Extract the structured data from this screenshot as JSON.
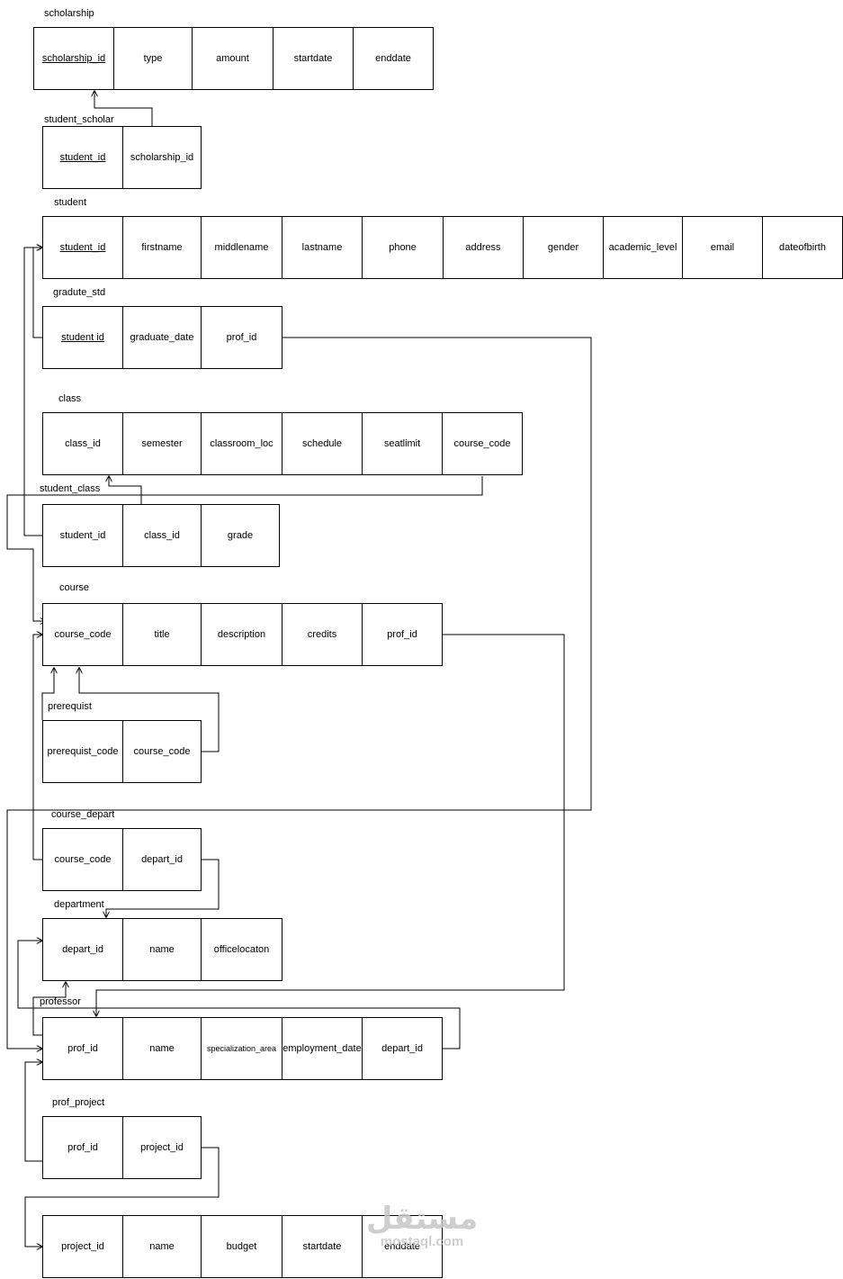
{
  "tables": [
    {
      "name": "scholarship",
      "columns": [
        {
          "label": "scholarship_id",
          "key": true
        },
        {
          "label": "type"
        },
        {
          "label": "amount"
        },
        {
          "label": "startdate"
        },
        {
          "label": "enddate"
        }
      ]
    },
    {
      "name": "student_scholar",
      "columns": [
        {
          "label": "student_id",
          "key": true
        },
        {
          "label": "scholarship_id"
        }
      ]
    },
    {
      "name": "student",
      "columns": [
        {
          "label": "student_id",
          "key": true
        },
        {
          "label": "firstname"
        },
        {
          "label": "middlename"
        },
        {
          "label": "lastname"
        },
        {
          "label": "phone"
        },
        {
          "label": "address"
        },
        {
          "label": "gender"
        },
        {
          "label": "academic_level"
        },
        {
          "label": "email"
        },
        {
          "label": "dateofbirth"
        }
      ]
    },
    {
      "name": "gradute_std",
      "columns": [
        {
          "label": "student id",
          "key": true
        },
        {
          "label": "graduate_date"
        },
        {
          "label": "prof_id"
        }
      ]
    },
    {
      "name": "class",
      "columns": [
        {
          "label": "class_id"
        },
        {
          "label": "semester"
        },
        {
          "label": "classroom_loc"
        },
        {
          "label": "schedule"
        },
        {
          "label": "seatlimit"
        },
        {
          "label": "course_code"
        }
      ]
    },
    {
      "name": "student_class",
      "columns": [
        {
          "label": "student_id"
        },
        {
          "label": "class_id"
        },
        {
          "label": "grade"
        }
      ]
    },
    {
      "name": "course",
      "columns": [
        {
          "label": "course_code"
        },
        {
          "label": "title"
        },
        {
          "label": "description"
        },
        {
          "label": "credits"
        },
        {
          "label": "prof_id"
        }
      ]
    },
    {
      "name": "prerequist",
      "columns": [
        {
          "label": "prerequist_code"
        },
        {
          "label": "course_code"
        }
      ]
    },
    {
      "name": "course_depart",
      "columns": [
        {
          "label": "course_code"
        },
        {
          "label": "depart_id"
        }
      ]
    },
    {
      "name": "department",
      "columns": [
        {
          "label": "depart_id"
        },
        {
          "label": "name"
        },
        {
          "label": "officelocaton"
        }
      ]
    },
    {
      "name": "professor",
      "columns": [
        {
          "label": "prof_id"
        },
        {
          "label": "name"
        },
        {
          "label": "specialization_area"
        },
        {
          "label": "employment_date"
        },
        {
          "label": "depart_id"
        }
      ]
    },
    {
      "name": "prof_project",
      "columns": [
        {
          "label": "prof_id"
        },
        {
          "label": "project_id"
        }
      ]
    },
    {
      "name": "",
      "columns": [
        {
          "label": "project_id"
        },
        {
          "label": "name"
        },
        {
          "label": "budget"
        },
        {
          "label": "startdate"
        },
        {
          "label": "enddate"
        }
      ]
    }
  ],
  "watermark": {
    "arabic": "مستقل",
    "latin": "mostaql.com"
  }
}
